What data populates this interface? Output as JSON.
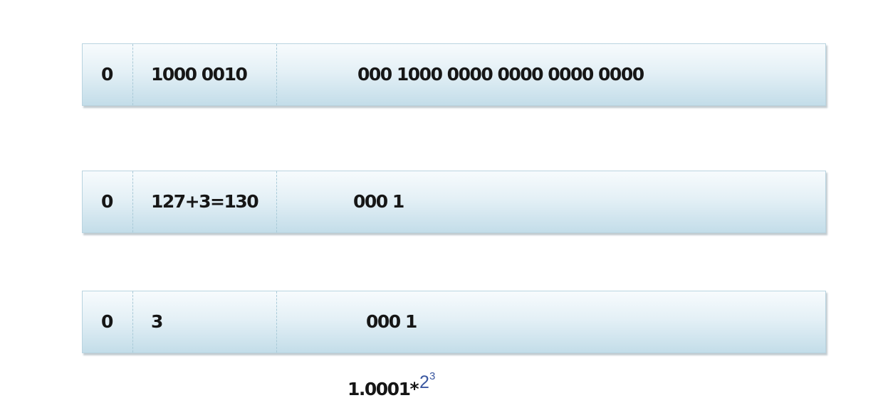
{
  "rows": [
    {
      "sign": "0",
      "exponent": "1000 0010",
      "mantissa": "000 1000 0000 0000 0000 0000"
    },
    {
      "sign": "0",
      "exponent": "127+3=130",
      "mantissa": "000 1"
    },
    {
      "sign": "0",
      "exponent": "3",
      "mantissa": "000 1"
    }
  ],
  "formula": {
    "base": "1.0001*",
    "power_base": "2",
    "power_exponent": "3"
  },
  "colors": {
    "row_fill_top": "#f7fbfd",
    "row_fill_bottom": "#c3dde9",
    "row_border": "#b9d4e0",
    "text": "#161616",
    "power_text": "#3a57a0"
  }
}
